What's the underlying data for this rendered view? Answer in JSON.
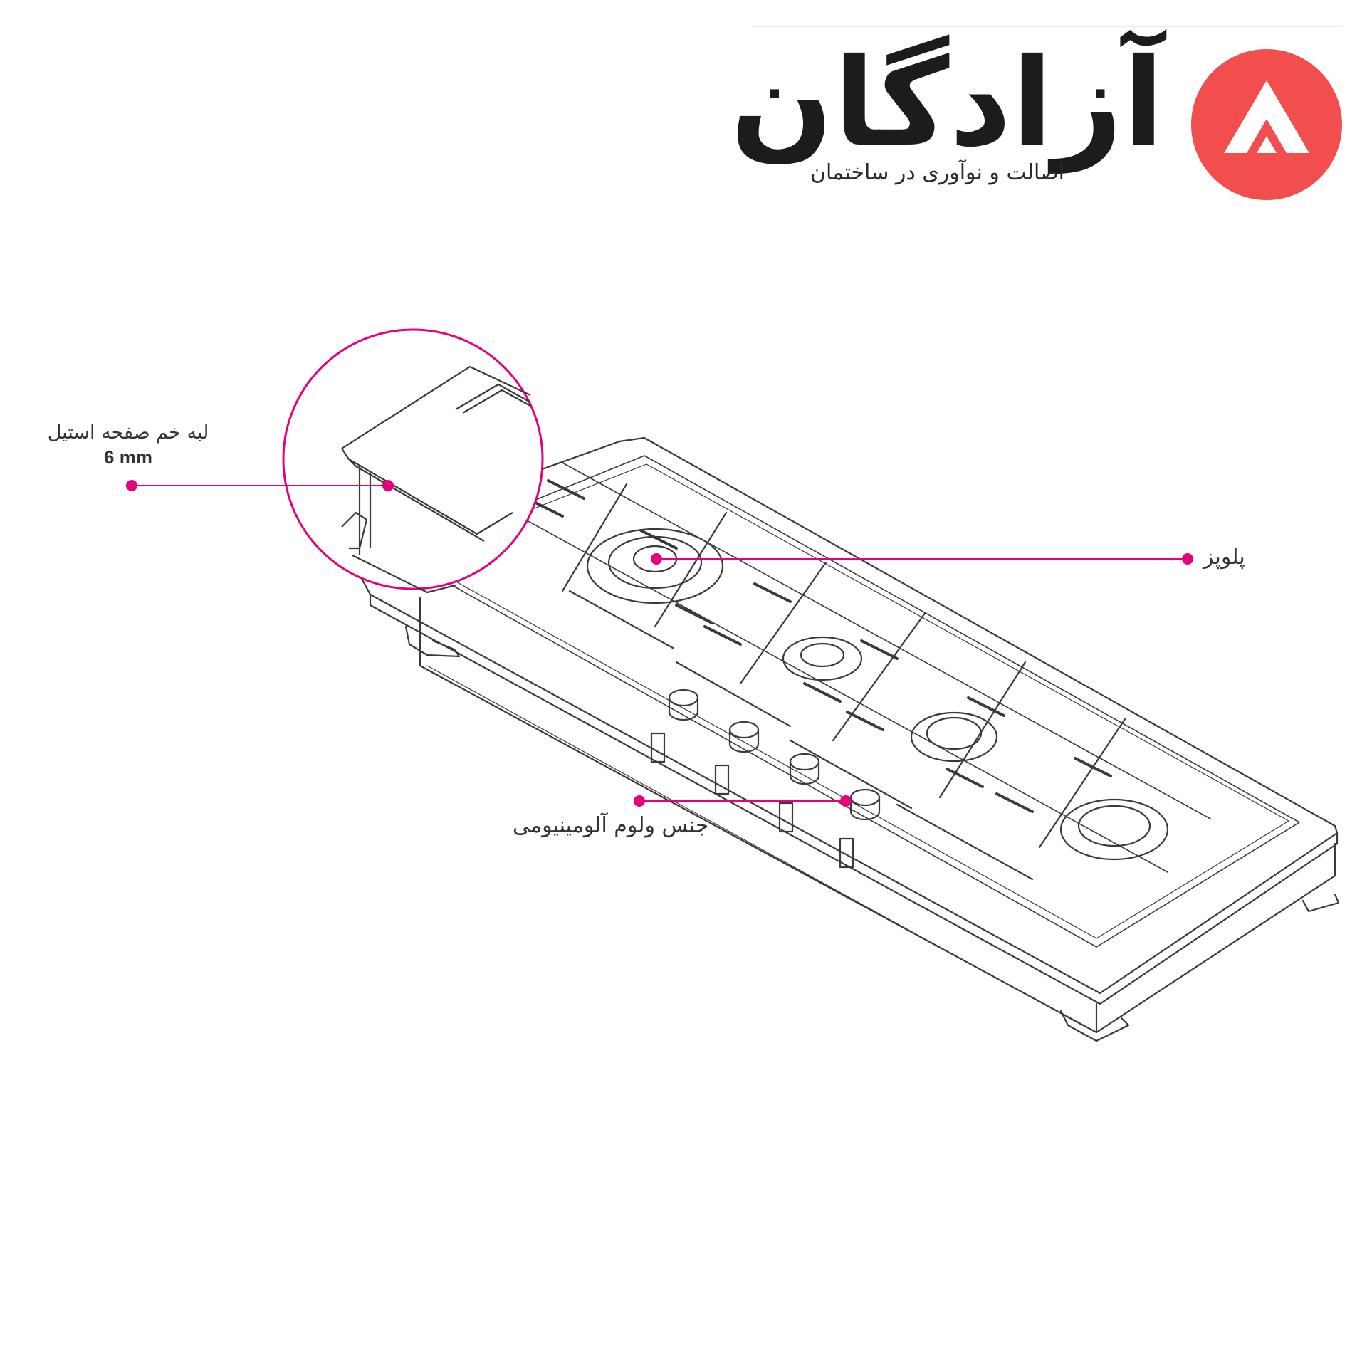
{
  "brand": {
    "name": "آزادگان",
    "tagline": "اصالت و نوآوری در ساختمان",
    "accent_color": "#f24e4e",
    "mark_icon": "triangle-a-icon"
  },
  "callouts": {
    "edge": {
      "title": "لبه خم صفحه استیل",
      "value": "6 mm"
    },
    "burner": {
      "title": "پلوپز"
    },
    "knob": {
      "title": "جنس ولوم آلومینیومی"
    },
    "pointer_color": "#e6007e"
  }
}
